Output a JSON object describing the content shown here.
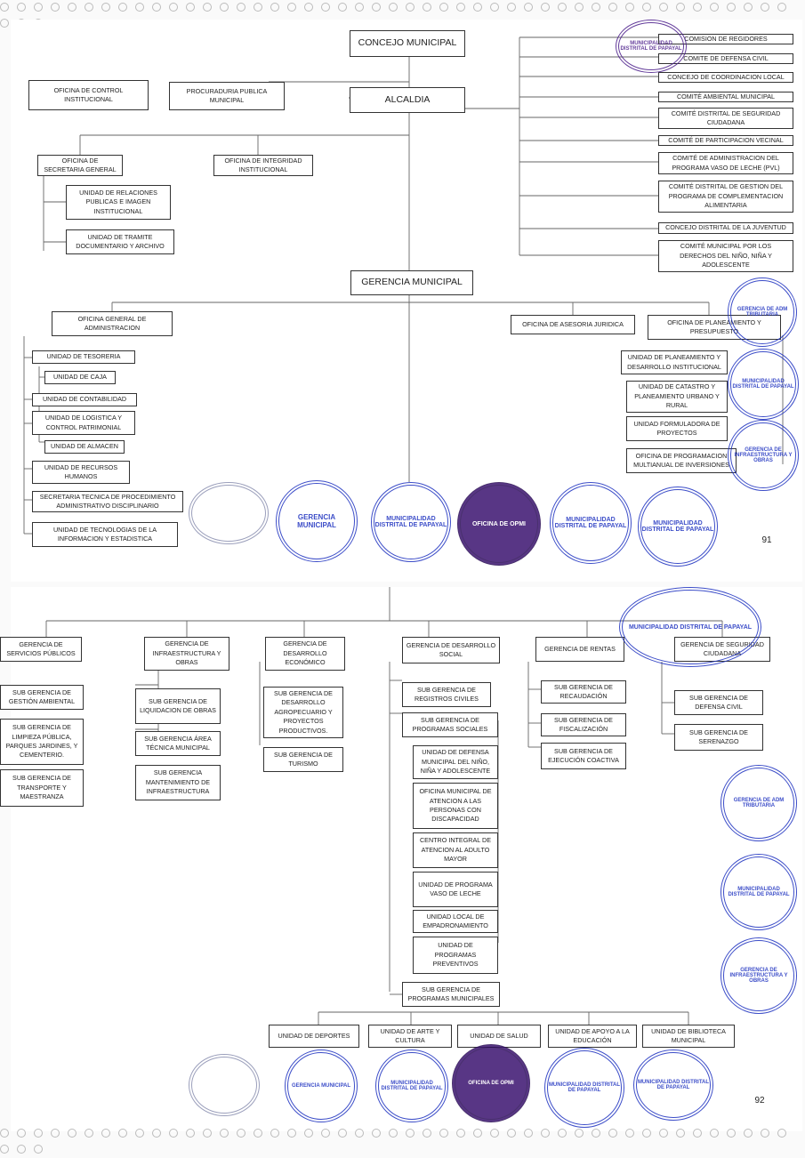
{
  "page1": {
    "top": "CONCEJO MUNICIPAL",
    "alcaldia": "ALCALDIA",
    "control": "OFICINA DE CONTROL INSTITUCIONAL",
    "procuraduria": "PROCURADURIA PUBLICA MUNICIPAL",
    "secretaria": "OFICINA DE SECRETARIA GENERAL",
    "integridad": "OFICINA DE INTEGRIDAD INSTITUCIONAL",
    "relaciones": "UNIDAD DE RELACIONES PUBLICAS E IMAGEN INSTITUCIONAL",
    "tramite": "UNIDAD DE TRAMITE DOCUMENTARIO Y ARCHIVO",
    "committees": [
      "COMISION DE REGIDORES",
      "COMITE DE DEFENSA CIVIL",
      "CONCEJO DE COORDINACION LOCAL",
      "COMITÉ AMBIENTAL MUNICIPAL",
      "COMITÉ DISTRITAL DE SEGURIDAD CIUDADANA",
      "COMITÉ DE PARTICIPACION VECINAL",
      "COMITÉ DE ADMINISTRACION DEL PROGRAMA VASO DE LECHE (PVL)",
      "COMITÉ DISTRITAL DE GESTION DEL PROGRAMA DE COMPLEMENTACION ALIMENTARIA",
      "CONCEJO DISTRITAL DE LA JUVENTUD",
      "COMITÉ MUNICIPAL POR LOS DERECHOS DEL NIÑO, NIÑA Y ADOLESCENTE"
    ],
    "gerencia": "GERENCIA MUNICIPAL",
    "administracion": "OFICINA GENERAL DE ADMINISTRACION",
    "admin_units": [
      "UNIDAD DE TESORERIA",
      "UNIDAD DE CAJA",
      "UNIDAD DE CONTABILIDAD",
      "UNIDAD DE LOGISTICA Y CONTROL PATRIMONIAL",
      "UNIDAD DE ALMACEN",
      "UNIDAD DE RECURSOS HUMANOS",
      "SECRETARIA TECNICA DE PROCEDIMIENTO ADMINISTRATIVO DISCIPLINARIO",
      "UNIDAD DE TECNOLOGIAS DE LA INFORMACION Y ESTADISTICA"
    ],
    "asesoria": "OFICINA DE ASESORIA JURIDICA",
    "planeamiento": "OFICINA DE PLANEAMIENTO Y PRESUPUESTO",
    "plan_units": [
      "UNIDAD DE PLANEAMIENTO Y DESARROLLO INSTITUCIONAL",
      "UNIDAD DE CATASTRO Y PLANEAMIENTO URBANO Y RURAL",
      "UNIDAD FORMULADORA DE PROYECTOS",
      "OFICINA DE PROGRAMACION MULTIANUAL DE INVERSIONES"
    ],
    "page_number": "91"
  },
  "page2": {
    "gerencias": [
      "GERENCIA DE SERVICIOS PÚBLICOS",
      "GERENCIA DE INFRAESTRUCTURA Y OBRAS",
      "GERENCIA DE DESARROLLO ECONÓMICO",
      "GERENCIA DE DESARROLLO SOCIAL",
      "GERENCIA DE RENTAS",
      "GERENCIA DE SEGURIDAD CIUDADANA"
    ],
    "servicios": [
      "SUB GERENCIA DE GESTIÓN AMBIENTAL",
      "SUB GERENCIA DE LIMPIEZA PÚBLICA, PARQUES JARDINES, Y CEMENTERIO.",
      "SUB GERENCIA DE TRANSPORTE Y MAESTRANZA"
    ],
    "infraestructura": [
      "SUB GERENCIA DE LIQUIDACION DE OBRAS",
      "SUB GERENCIA ÁREA TÉCNICA MUNICIPAL",
      "SUB GERENCIA MANTENIMIENTO DE INFRAESTRUCTURA"
    ],
    "economico": [
      "SUB GERENCIA DE DESARROLLO AGROPECUARIO Y PROYECTOS PRODUCTIVOS.",
      "SUB GERENCIA DE TURISMO"
    ],
    "social_sub": [
      "SUB GERENCIA DE REGISTROS CIVILES",
      "SUB GERENCIA DE PROGRAMAS SOCIALES"
    ],
    "social_units": [
      "UNIDAD DE DEFENSA MUNICIPAL DEL NIÑO, NIÑA Y ADOLESCENTE",
      "OFICINA MUNICIPAL DE ATENCION A LAS PERSONAS CON DISCAPACIDAD",
      "CENTRO INTEGRAL DE ATENCION AL ADULTO MAYOR",
      "UNIDAD DE PROGRAMA VASO DE LECHE",
      "UNIDAD LOCAL DE EMPADRONAMIENTO",
      "UNIDAD DE PROGRAMAS PREVENTIVOS"
    ],
    "programas": "SUB GERENCIA DE PROGRAMAS MUNICIPALES",
    "programa_units": [
      "UNIDAD DE DEPORTES",
      "UNIDAD DE ARTE Y CULTURA",
      "UNIDAD DE SALUD",
      "UNIDAD DE APOYO A LA EDUCACIÓN",
      "UNIDAD DE BIBLIOTECA MUNICIPAL"
    ],
    "rentas": [
      "SUB GERENCIA DE RECAUDACIÓN",
      "SUB GERENCIA DE FISCALIZACIÓN",
      "SUB GERENCIA DE EJECUCIÓN COACTIVA"
    ],
    "seguridad": [
      "SUB GERENCIA DE DEFENSA CIVIL",
      "SUB GERENCIA DE SERENAZGO"
    ],
    "page_number": "92"
  },
  "seal_text": {
    "distrital": "MUNICIPALIDAD DISTRITAL DE PAPAYAL",
    "gerencia_municipal": "GERENCIA MUNICIPAL",
    "oficina_opmi": "OFICINA DE OPMI",
    "adm_tributaria": "GERENCIA DE ADM TRIBUTARIA",
    "infraestructura_obras": "GERENCIA DE INFRAESTRUCTURA Y OBRAS"
  },
  "colors": {
    "seal_blue": "#1b2fbf",
    "seal_purple": "#4a1c8a"
  }
}
